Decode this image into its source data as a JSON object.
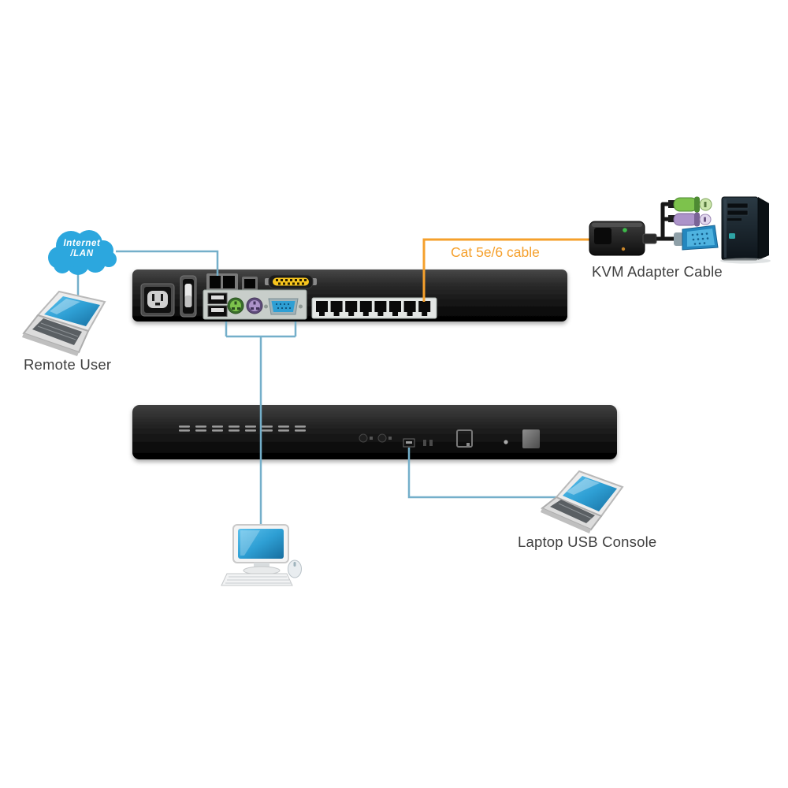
{
  "colors": {
    "cloud": "#2CA7DE",
    "cable_blue": "#74AFCA",
    "cable_orange": "#F5A02C",
    "label_text": "#3F3F3F",
    "device_black": "#1A1A1A",
    "console_panel_gray": "#C8CECA",
    "ps2_green": "#7DC24C",
    "ps2_purple": "#AC93C9",
    "vga_blue": "#2E9FD4",
    "serial_yellow": "#F7C51E",
    "led_green": "#3DBB4A",
    "screen_blue": "#2E9FD4"
  },
  "cloud": {
    "line1": "Internet",
    "line2": "/LAN"
  },
  "labels": {
    "remote_user": "Remote User",
    "cat_cable": "Cat 5e/6 cable",
    "kvm_adapter_cable": "KVM Adapter Cable",
    "laptop_usb_console": "Laptop USB Console"
  }
}
